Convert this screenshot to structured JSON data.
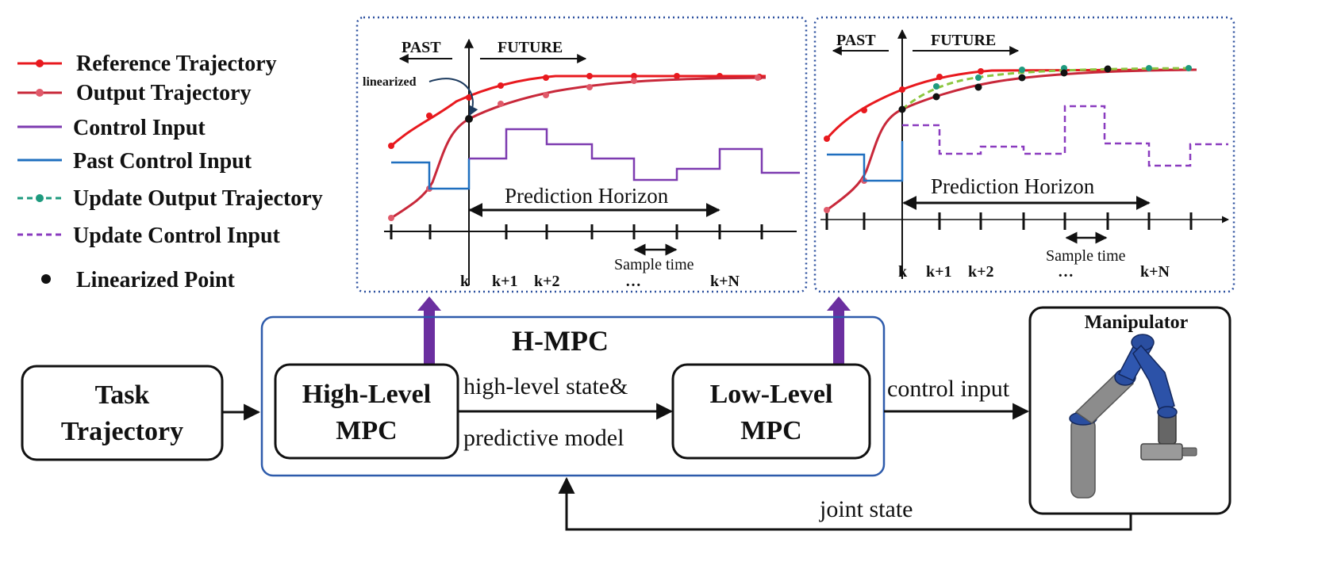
{
  "legend": {
    "reference": "Reference Trajectory",
    "output": "Output Trajectory",
    "control": "Control Input",
    "past_control": "Past Control Input",
    "update_output": "Update Output Trajectory",
    "update_control": "Update Control Input",
    "linearized_point": "Linearized Point"
  },
  "colors": {
    "reference": "#e8191e",
    "output": "#c8283a",
    "output_marker": "#e05a6a",
    "control": "#7d3bb0",
    "past_control": "#1f6fbf",
    "update_output": "#8cc63f",
    "update_marker": "#1e9a7e",
    "update_control": "#8a3bbf",
    "frame_border": "#2e5bab",
    "arrow": "#6b2fa0",
    "box_border": "#111111",
    "dotted_frame": "#2b4f9e"
  },
  "left_plot": {
    "past": "PAST",
    "future": "FUTURE",
    "linearized": "linearized",
    "horizon": "Prediction Horizon",
    "sample_time": "Sample time",
    "ticks": [
      "k",
      "k+1",
      "k+2",
      "…",
      "k+N"
    ]
  },
  "right_plot": {
    "past": "PAST",
    "future": "FUTURE",
    "horizon": "Prediction Horizon",
    "sample_time": "Sample time",
    "ticks": [
      "k",
      "k+1",
      "k+2",
      "…",
      "k+N"
    ]
  },
  "blocks": {
    "task_line1": "Task",
    "task_line2": "Trajectory",
    "hmpc_title": "H-MPC",
    "high_line1": "High-Level",
    "high_line2": "MPC",
    "low_line1": "Low-Level",
    "low_line2": "MPC",
    "manipulator": "Manipulator"
  },
  "edges": {
    "state_line1": "high-level state&",
    "state_line2": "predictive model",
    "control_input": "control input",
    "joint_state": "joint state"
  }
}
